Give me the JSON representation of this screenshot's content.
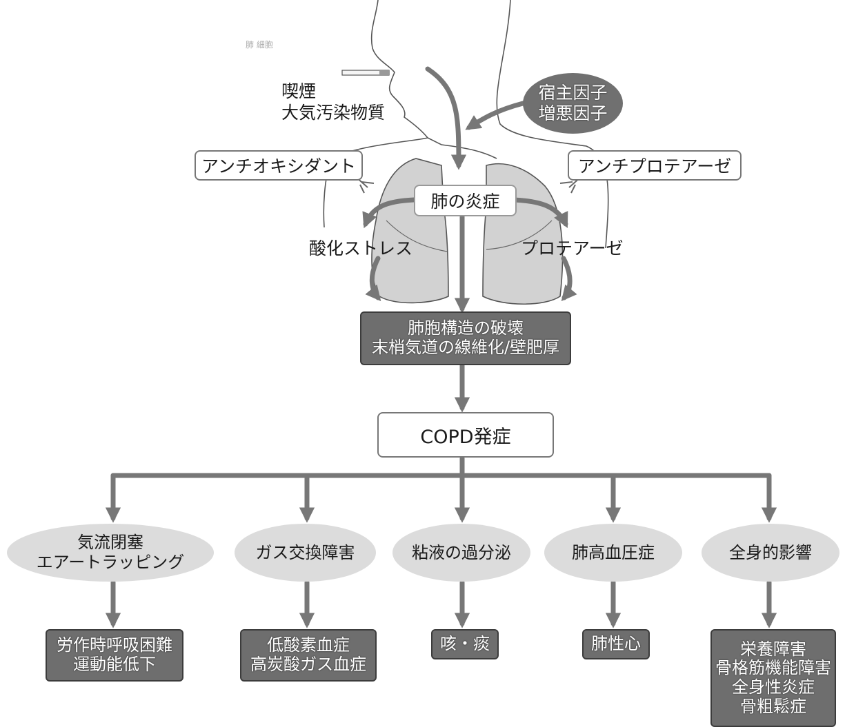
{
  "faint_text": "肺 細胞",
  "cause": {
    "line1": "喫煙",
    "line2": "大気汚染物質"
  },
  "host_factor": {
    "line1": "宿主因子",
    "line2": "増悪因子"
  },
  "antioxidant": "アンチオキシダント",
  "antiprotease": "アンチプロテアーゼ",
  "lung_inflammation": "肺の炎症",
  "oxidative_stress": "酸化ストレス",
  "protease": "プロテアーゼ",
  "destruction": {
    "line1": "肺胞構造の破壊",
    "line2": "末梢気道の線維化/壁肥厚"
  },
  "onset": "COPD発症",
  "effects": [
    {
      "oval": [
        "気流閉塞",
        "エアートラッピング"
      ],
      "result": [
        "労作時呼吸困難",
        "運動能低下"
      ]
    },
    {
      "oval": [
        "ガス交換障害"
      ],
      "result": [
        "低酸素血症",
        "高炭酸ガス血症"
      ]
    },
    {
      "oval": [
        "粘液の過分泌"
      ],
      "result": [
        "咳・痰"
      ]
    },
    {
      "oval": [
        "肺高血圧症"
      ],
      "result": [
        "肺性心"
      ]
    },
    {
      "oval": [
        "全身的影響"
      ],
      "result": [
        "栄養障害",
        "骨格筋機能障害",
        "全身性炎症",
        "骨粗鬆症"
      ]
    }
  ],
  "colors": {
    "arrow": "#777777",
    "dark_box": "#6e6e6e",
    "oval_fill": "#dcdcdc",
    "lung_fill": "#d2d2d2"
  }
}
